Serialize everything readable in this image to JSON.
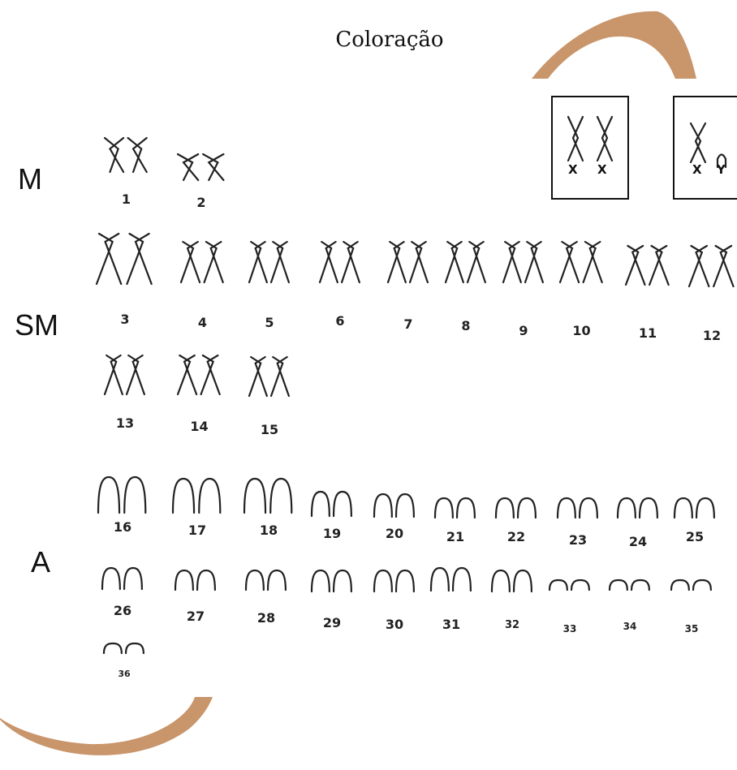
{
  "title": "Coloração",
  "row_labels": {
    "m": "M",
    "sm": "SM",
    "a": "A"
  },
  "sex_chromosomes": {
    "female": [
      "X",
      "X"
    ],
    "male": [
      "X",
      "Y"
    ]
  },
  "chromosomes": [
    {
      "number": "1",
      "type": "metacentric"
    },
    {
      "number": "2",
      "type": "metacentric"
    },
    {
      "number": "3",
      "type": "submetacentric"
    },
    {
      "number": "4",
      "type": "submetacentric"
    },
    {
      "number": "5",
      "type": "submetacentric"
    },
    {
      "number": "6",
      "type": "submetacentric"
    },
    {
      "number": "7",
      "type": "submetacentric"
    },
    {
      "number": "8",
      "type": "submetacentric"
    },
    {
      "number": "9",
      "type": "submetacentric"
    },
    {
      "number": "10",
      "type": "submetacentric"
    },
    {
      "number": "11",
      "type": "submetacentric"
    },
    {
      "number": "12",
      "type": "submetacentric"
    },
    {
      "number": "13",
      "type": "submetacentric"
    },
    {
      "number": "14",
      "type": "submetacentric"
    },
    {
      "number": "15",
      "type": "submetacentric"
    },
    {
      "number": "16",
      "type": "acrocentric"
    },
    {
      "number": "17",
      "type": "acrocentric"
    },
    {
      "number": "18",
      "type": "acrocentric"
    },
    {
      "number": "19",
      "type": "acrocentric"
    },
    {
      "number": "20",
      "type": "acrocentric"
    },
    {
      "number": "21",
      "type": "acrocentric"
    },
    {
      "number": "22",
      "type": "acrocentric"
    },
    {
      "number": "23",
      "type": "acrocentric"
    },
    {
      "number": "24",
      "type": "acrocentric"
    },
    {
      "number": "25",
      "type": "acrocentric"
    },
    {
      "number": "26",
      "type": "acrocentric"
    },
    {
      "number": "27",
      "type": "acrocentric"
    },
    {
      "number": "28",
      "type": "acrocentric"
    },
    {
      "number": "29",
      "type": "acrocentric"
    },
    {
      "number": "30",
      "type": "acrocentric"
    },
    {
      "number": "31",
      "type": "acrocentric"
    },
    {
      "number": "32",
      "type": "acrocentric"
    },
    {
      "number": "33",
      "type": "acrocentric"
    },
    {
      "number": "34",
      "type": "acrocentric"
    },
    {
      "number": "35",
      "type": "acrocentric"
    },
    {
      "number": "36",
      "type": "acrocentric"
    }
  ],
  "colors": {
    "accent": "#c9956b",
    "ink": "#222222"
  }
}
